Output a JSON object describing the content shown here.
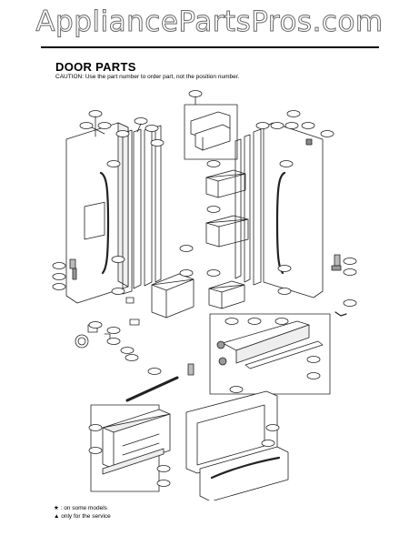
{
  "watermark": "AppliancePartsPros.com",
  "heading": {
    "title": "DOOR PARTS",
    "caution": "CAUTION: Use the part number to order part, not the position number."
  },
  "legend": {
    "some_models": "★ : on some models",
    "service_only": "▲ only for the service"
  }
}
